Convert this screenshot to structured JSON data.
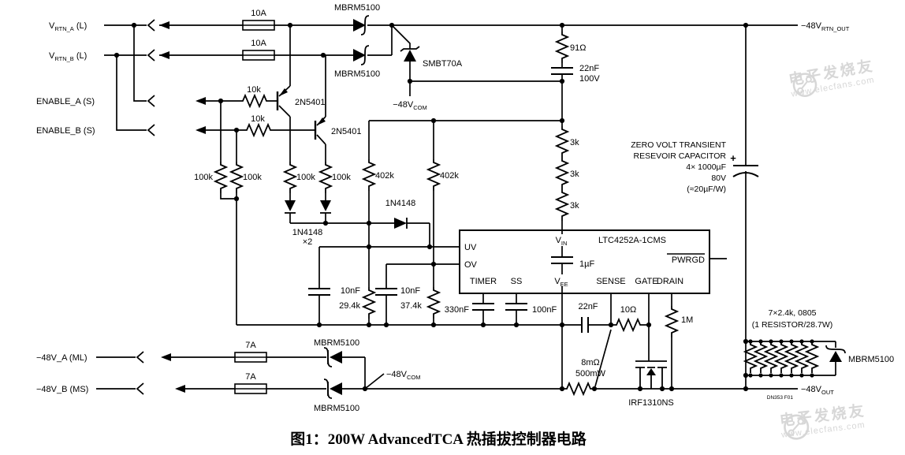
{
  "figure": {
    "caption": "图1：200W AdvancedTCA 热插拔控制器电路",
    "doc_code": "DN353 F01"
  },
  "watermark": {
    "brand": "电子发烧友",
    "site": "www.elecfans.com"
  },
  "nets": {
    "rtn_a": {
      "v": "V",
      "sub": "RTN_A",
      "pins": " (L)"
    },
    "rtn_b": {
      "v": "V",
      "sub": "RTN_B",
      "pins": " (L)"
    },
    "enable_a": "ENABLE_A (S)",
    "enable_b": "ENABLE_B (S)",
    "in_a": "−48V_A (ML)",
    "in_b": "−48V_B (MS)",
    "rtn_out": {
      "v": "−48V",
      "sub": "RTN_OUT"
    },
    "v_out": {
      "v": "−48V",
      "sub": "OUT"
    },
    "com_top": {
      "v": "−48V",
      "sub": "COM"
    },
    "com_bottom": {
      "v": "−48V",
      "sub": "COM"
    }
  },
  "fuses": {
    "f1": "10A",
    "f2": "10A",
    "f3": "7A",
    "f4": "7A"
  },
  "diodes": {
    "d1": "MBRM5100",
    "d2": "MBRM5100",
    "d3": "MBRM5100",
    "d4": "MBRM5100",
    "d5": "MBRM5100",
    "z1": "SMBT70A",
    "dn1": "1N4148",
    "dn1_qty": "×2",
    "dn2": "1N4148"
  },
  "transistors": {
    "q1": "2N5401",
    "q2": "2N5401",
    "m1": "IRF1310NS"
  },
  "resistors": {
    "r1": "10k",
    "r2": "10k",
    "r3": "100k",
    "r4": "100k",
    "r5": "100k",
    "r6": "100k",
    "r7": "402k",
    "r8": "402k",
    "r9": "91Ω",
    "r10": "3k",
    "r11": "3k",
    "r12": "3k",
    "r13": "29.4k",
    "r14": "37.4k",
    "r15": "10Ω",
    "r16": "1M",
    "rs": "8mΩ",
    "rs_power": "500mW",
    "bank1": "7×2.4k, 0805",
    "bank2": "(1 RESISTOR/28.7W)"
  },
  "capacitors": {
    "c1": "22nF",
    "c1v": "100V",
    "c2": "10nF",
    "c3": "10nF",
    "c4": "330nF",
    "c5": "100nF",
    "c6": "1µF",
    "c7": "22nF",
    "plus": "+",
    "reservoir": [
      "ZERO VOLT TRANSIENT",
      "RESEVOIR CAPACITOR",
      "4× 1000µF",
      "80V",
      "(≈20µF/W)"
    ]
  },
  "ic": {
    "part": "LTC4252A-1CMS",
    "uv": "UV",
    "ov": "OV",
    "timer": "TIMER",
    "ss": "SS",
    "vin_v": "V",
    "vin_sub": "IN",
    "vee_v": "V",
    "vee_sub": "EE",
    "sense": "SENSE",
    "gate": "GATE",
    "drain": "DRAIN",
    "pwrgd": "PWRGD"
  }
}
